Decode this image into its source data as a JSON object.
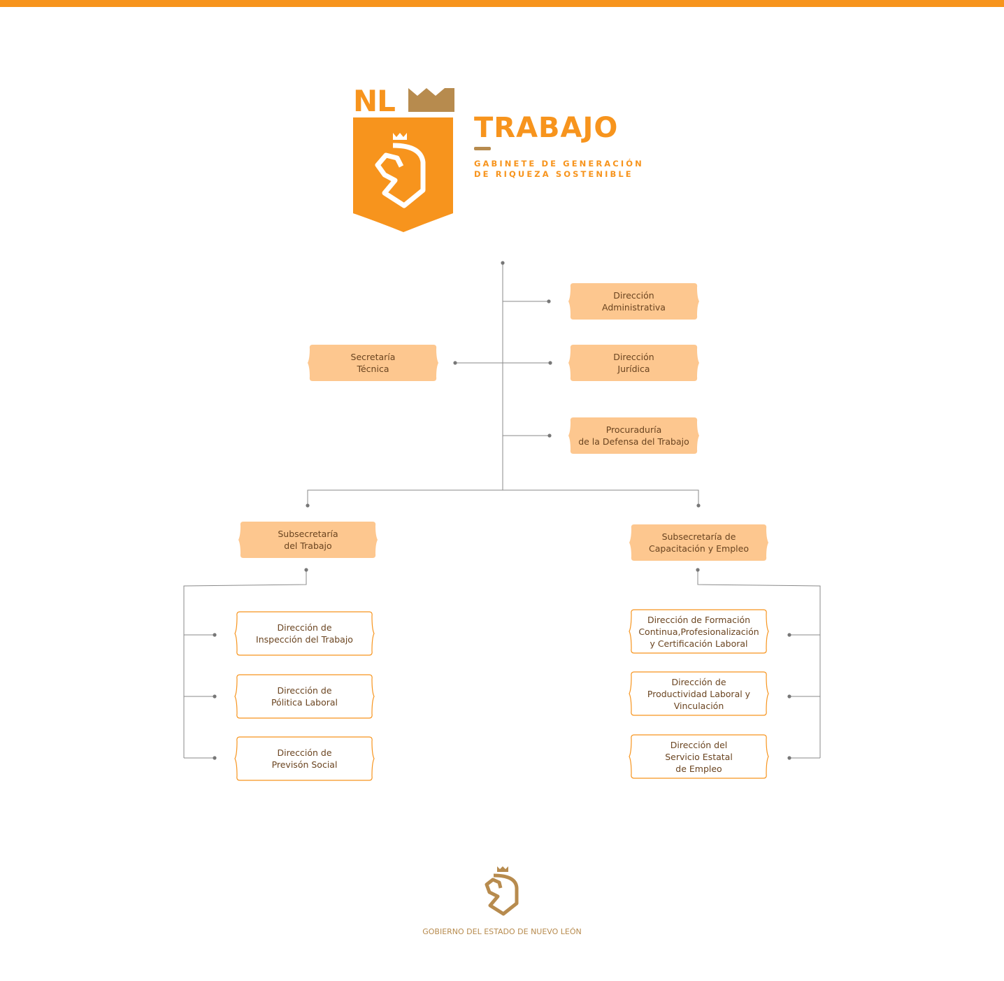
{
  "colors": {
    "accent": "#f7941d",
    "gold": "#b78b4e",
    "fill": "#fdc78f",
    "text": "#6a4420",
    "line": "#8a8a8a"
  },
  "logo": {
    "nl": "NL",
    "title": "TRABAJO",
    "subtitle_line1": "GABINETE DE GENERACIÓN",
    "subtitle_line2": "DE RIQUEZA SOSTENIBLE"
  },
  "nodes": [
    {
      "id": "direccion-administrativa",
      "label": "Dirección\nAdministrativa",
      "style": "filled"
    },
    {
      "id": "direccion-juridica",
      "label": "Dirección\nJurídica",
      "style": "filled"
    },
    {
      "id": "procuraduria",
      "label": "Procuraduría\nde la Defensa del Trabajo",
      "style": "filled"
    },
    {
      "id": "secretaria-tecnica",
      "label": "Secretaría\nTécnica",
      "style": "filled"
    },
    {
      "id": "subsecretaria-trabajo",
      "label": "Subsecretaría\ndel Trabajo",
      "style": "filled"
    },
    {
      "id": "subsecretaria-capacitacion",
      "label": "Subsecretaría de\nCapacitación y Empleo",
      "style": "filled"
    },
    {
      "id": "direccion-inspeccion",
      "label": "Dirección de\nInspección del Trabajo",
      "style": "outline"
    },
    {
      "id": "direccion-politica",
      "label": "Dirección de\nPólitica Laboral",
      "style": "outline"
    },
    {
      "id": "direccion-prevision",
      "label": "Dirección de\nPrevisón Social",
      "style": "outline"
    },
    {
      "id": "direccion-formacion",
      "label": "Dirección de Formación\nContinua,Profesionalización\ny Certificación Laboral",
      "style": "outline"
    },
    {
      "id": "direccion-productividad",
      "label": "Dirección de\nProductividad Laboral y\nVinculación",
      "style": "outline"
    },
    {
      "id": "direccion-servicio-empleo",
      "label": "Dirección del\nServicio Estatal\nde Empleo",
      "style": "outline"
    }
  ],
  "footer": {
    "text": "GOBIERNO DEL ESTADO DE NUEVO LEÓN"
  }
}
